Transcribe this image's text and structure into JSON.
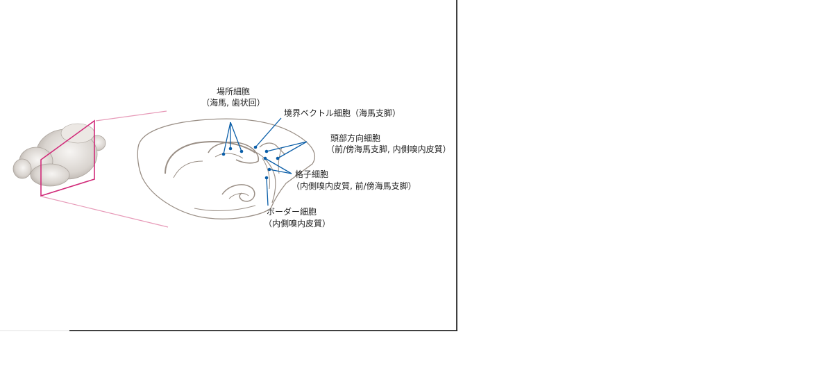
{
  "labels": {
    "place_cell": {
      "line1": "場所細胞",
      "line2": "（海馬, 歯状回）"
    },
    "boundary_vector_cell": {
      "line1": "境界ベクトル細胞（海馬支脚）"
    },
    "head_direction_cell": {
      "line1": "頭部方向細胞",
      "line2": "（前/傍海馬支脚, 内側嗅内皮質）"
    },
    "grid_cell": {
      "line1": "格子細胞",
      "line2": "（内側嗅内皮質, 前/傍海馬支脚）"
    },
    "border_cell": {
      "line1": "ボーダー細胞",
      "line2": "（内側嗅内皮質）"
    }
  },
  "colors": {
    "pointer": "#0a5ea8",
    "slice_plane": "#d12a79",
    "projection_lines": "#e79ab8",
    "brain_outline": "#9a8f86",
    "brain_fill": "#e6e2de",
    "frame": "#000000"
  }
}
